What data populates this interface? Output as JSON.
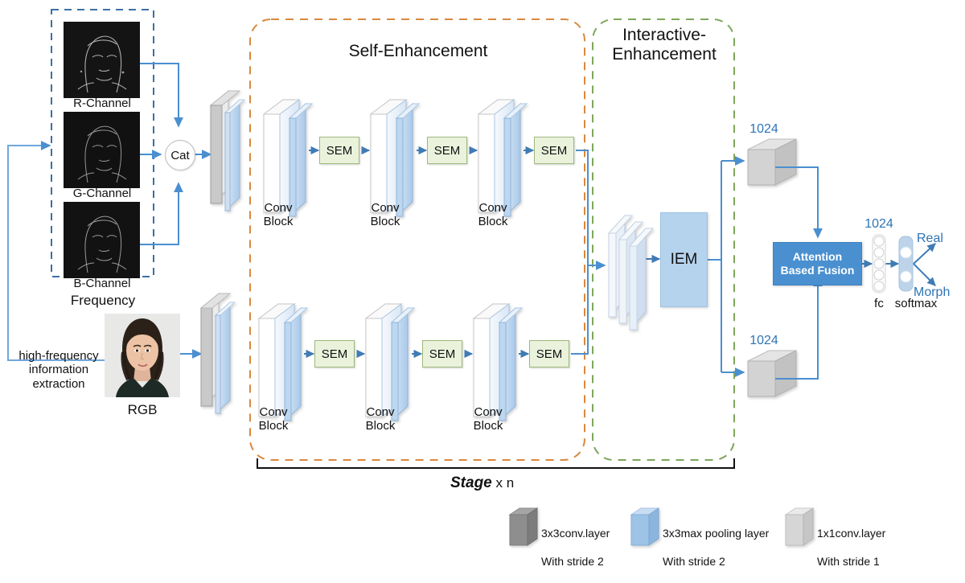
{
  "title": "High-frequency guided face morphing attack detection network architecture",
  "input_branch": {
    "frequency_group_label": "Frequency",
    "channels": [
      {
        "label": "R-Channel",
        "icon": "r-channel-edge-image"
      },
      {
        "label": "G-Channel",
        "icon": "g-channel-edge-image"
      },
      {
        "label": "B-Channel",
        "icon": "b-channel-edge-image"
      }
    ],
    "extraction_label": "high-frequency\ninformation\nextraction",
    "rgb_label": "RGB",
    "concat_label": "Cat"
  },
  "sections": {
    "self_enhancement": "Self-Enhancement",
    "interactive_enhancement": "Interactive-\nEnhancement",
    "stage_label_prefix": "Stage",
    "stage_label_suffix": " x n"
  },
  "branches": {
    "top": {
      "conv_blocks": [
        "Conv\nBlock",
        "Conv\nBlock",
        "Conv\nBlock"
      ],
      "sems": [
        "SEM",
        "SEM",
        "SEM"
      ],
      "feature_label": "1024"
    },
    "bottom": {
      "conv_blocks": [
        "Conv\nBlock",
        "Conv\nBlock",
        "Conv\nBlock"
      ],
      "sems": [
        "SEM",
        "SEM",
        "SEM"
      ],
      "feature_label": "1024"
    }
  },
  "interactive": {
    "iem_label": "IEM"
  },
  "head": {
    "fusion_line1": "Attention",
    "fusion_line2": "Based Fusion",
    "fc_size_label": "1024",
    "fc_label": "fc",
    "softmax_label": "softmax",
    "outputs": [
      "Real",
      "Morph"
    ]
  },
  "legend": [
    {
      "swatch": "dark-gray-cube",
      "color": "#8e8e8e",
      "line1": "3x3conv.layer",
      "line2": "With stride 2"
    },
    {
      "swatch": "blue-cube",
      "color": "#9dc3e6",
      "line1": "3x3max pooling layer",
      "line2": "With stride 2"
    },
    {
      "swatch": "light-gray-cube",
      "color": "#d6d6d6",
      "line1": "1x1conv.layer",
      "line2": "With stride 1"
    }
  ],
  "colors": {
    "arrow_blue": "#4a8fd0",
    "accent_blue": "#2E74B5",
    "fusion_blue": "#4a90d0",
    "sem_green": "#eaf2dc",
    "iem_blue": "#b6d3ee",
    "dashed_orange": "#d9893f",
    "dashed_green": "#7ea65a",
    "dashed_blue": "#3d6fa5"
  }
}
